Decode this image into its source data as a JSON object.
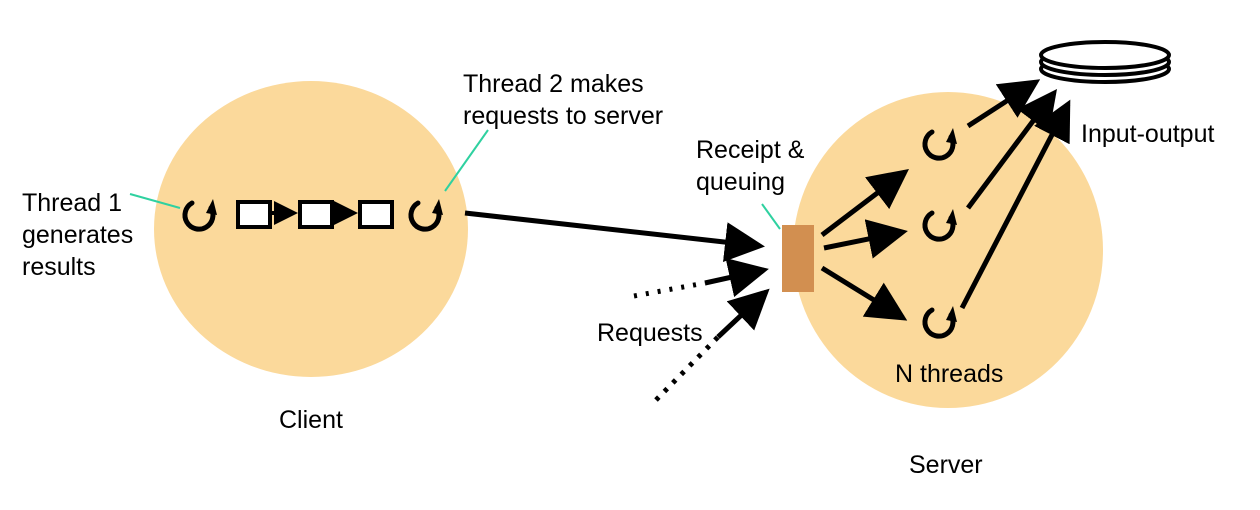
{
  "colors": {
    "bubble": "#fbd99b",
    "queue": "#d28f50",
    "callout": "#2fd1a0",
    "stroke": "#000000",
    "background": "#ffffff"
  },
  "icons": [
    "thread-icon",
    "queue-box",
    "disk-icon"
  ],
  "labels": {
    "thread1": "Thread 1\ngenerates\nresults",
    "thread2": "Thread 2 makes\nrequests to server",
    "receipt": "Receipt &\nqueuing",
    "requests": "Requests",
    "client": "Client",
    "server": "Server",
    "nthreads": "N threads",
    "io": "Input-output"
  }
}
